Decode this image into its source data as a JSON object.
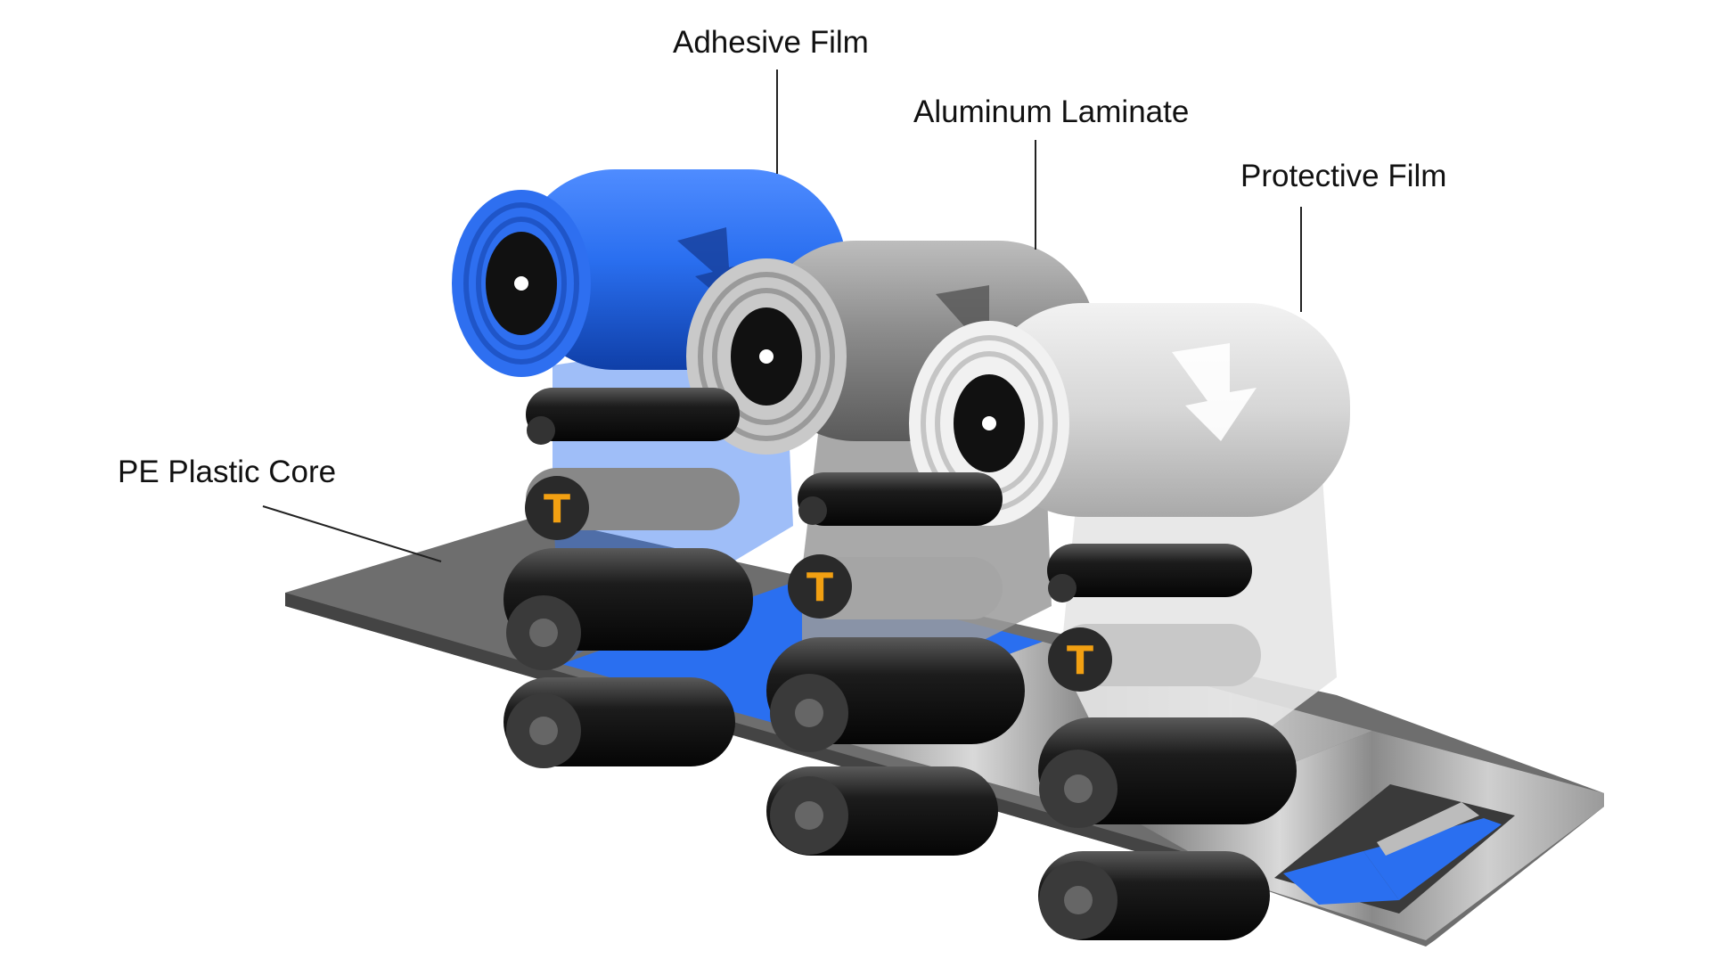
{
  "labels": {
    "adhesive": "Adhesive Film",
    "aluminum": "Aluminum Laminate",
    "protective": "Protective Film",
    "core": "PE Plastic Core"
  },
  "tension_marker": "T",
  "colors": {
    "adhesive": "#2a6ff0",
    "adhesive_dark": "#1a4fc0",
    "aluminum": "#9a9a9a",
    "protective": "#dcdcdc",
    "core": "#6e6e6e",
    "roller": "#141414",
    "marker": "#f2a012"
  }
}
